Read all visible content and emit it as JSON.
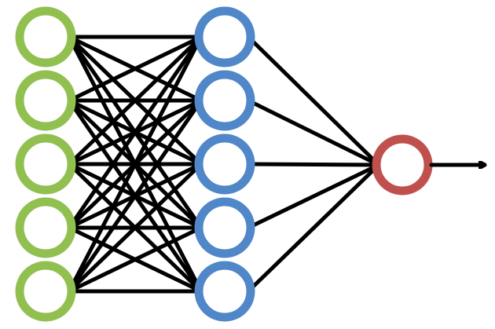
{
  "diagram": {
    "type": "neural-network",
    "layers": [
      {
        "name": "input",
        "nodes": 5,
        "color": "#92c050"
      },
      {
        "name": "hidden",
        "nodes": 5,
        "color": "#4f87c8"
      },
      {
        "name": "output",
        "nodes": 1,
        "color": "#c0504d"
      }
    ],
    "connections": [
      {
        "from": "input",
        "to": "hidden",
        "pattern": "fully-connected"
      },
      {
        "from": "hidden",
        "to": "output",
        "pattern": "fully-connected"
      }
    ],
    "output_arrow": true,
    "edge_color": "#000000",
    "background": "#ffffff"
  }
}
